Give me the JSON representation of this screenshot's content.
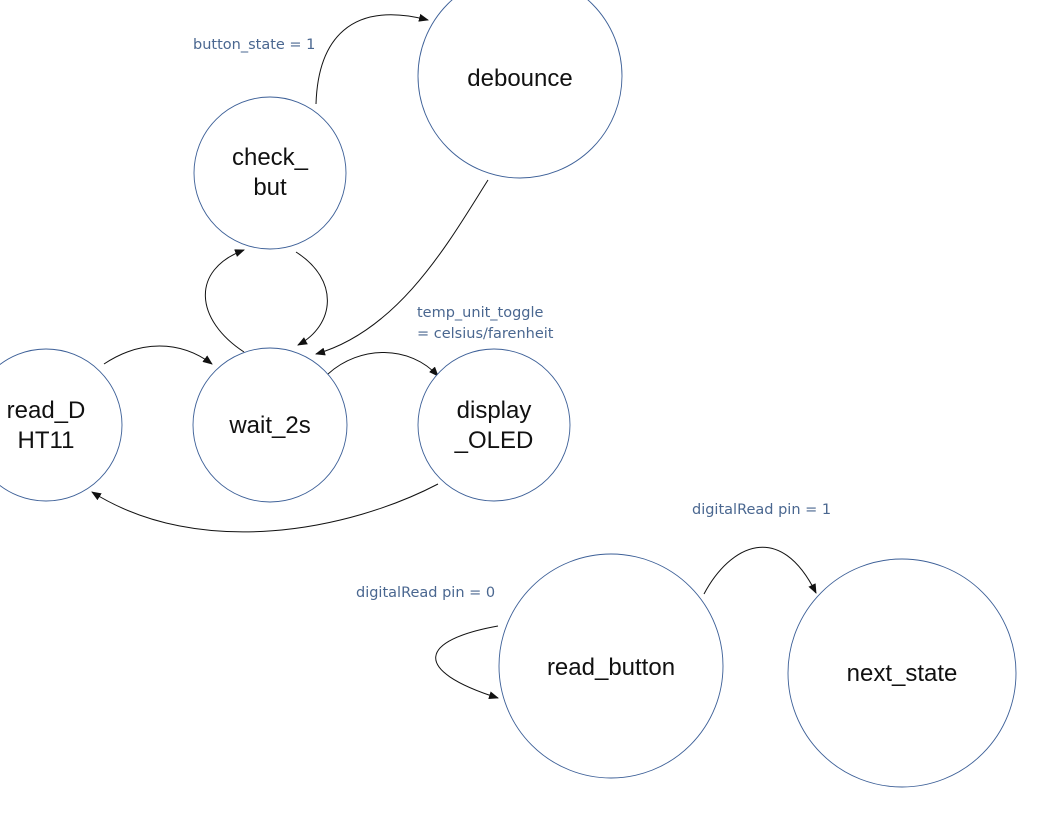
{
  "diagram": {
    "states": {
      "check_but": [
        "check_",
        "but"
      ],
      "debounce": [
        "debounce"
      ],
      "read_dht11": [
        "read_D",
        "HT11"
      ],
      "wait_2s": [
        "wait_2s"
      ],
      "display_oled": [
        "display",
        "_OLED"
      ],
      "read_button": [
        "read_button"
      ],
      "next_state": [
        "next_state"
      ]
    },
    "transition_labels": {
      "button_state": "button_state = 1",
      "temp_unit_toggle": [
        "temp_unit_toggle",
        "= celsius/farenheit"
      ],
      "digitalread_1": "digitalRead pin = 1",
      "digitalread_0": "digitalRead pin = 0"
    },
    "colors": {
      "node_stroke": "#3c5f97",
      "edge_stroke": "#111111",
      "label_text": "#4a6790"
    }
  }
}
